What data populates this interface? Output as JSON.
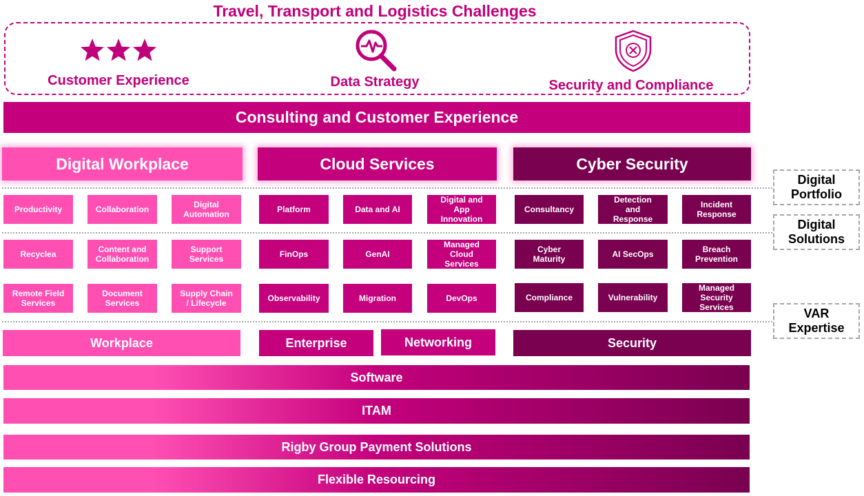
{
  "title": "Travel, Transport and Logistics Challenges",
  "challenges": [
    {
      "icon": "three-stars-icon",
      "label": "Customer Experience"
    },
    {
      "icon": "magnifier-pulse-icon",
      "label": "Data Strategy"
    },
    {
      "icon": "shield-x-icon",
      "label": "Security and Compliance"
    }
  ],
  "consulting": "Consulting and Customer Experience",
  "columns": [
    {
      "name": "Digital Workplace",
      "color": "#ff4fb3",
      "tiles": [
        "Productivity",
        "Collaboration",
        "Digital\nAutomation",
        "Recyclea",
        "Content and\nCollaboration",
        "Support\nServices",
        "Remote Field\nServices",
        "Document\nServices",
        "Supply Chain\n/ Lifecycle"
      ]
    },
    {
      "name": "Cloud Services",
      "color": "#c4007c",
      "tiles": [
        "Platform",
        "Data and AI",
        "Digital and\nApp\nInnovation",
        "FinOps",
        "GenAI",
        "Managed\nCloud\nServices",
        "Observability",
        "Migration",
        "DevOps"
      ]
    },
    {
      "name": "Cyber Security",
      "color": "#7a0050",
      "tiles": [
        "Consultancy",
        "Detection\nand\nResponse",
        "Incident\nResponse",
        "Cyber\nMaturity",
        "AI SecOps",
        "Breach\nPrevention",
        "Compliance",
        "Vulnerability",
        "Managed\nSecurity\nServices"
      ]
    }
  ],
  "side_labels": {
    "portfolio": "Digital\nPortfolio",
    "solutions": "Digital\nSolutions",
    "var": "VAR\nExpertise"
  },
  "var_bars": {
    "workplace": "Workplace",
    "enterprise": "Enterprise",
    "networking": "Networking",
    "security": "Security"
  },
  "bottom_bars": [
    "Software",
    "ITAM",
    "Rigby Group Payment Solutions",
    "Flexible Resourcing"
  ]
}
